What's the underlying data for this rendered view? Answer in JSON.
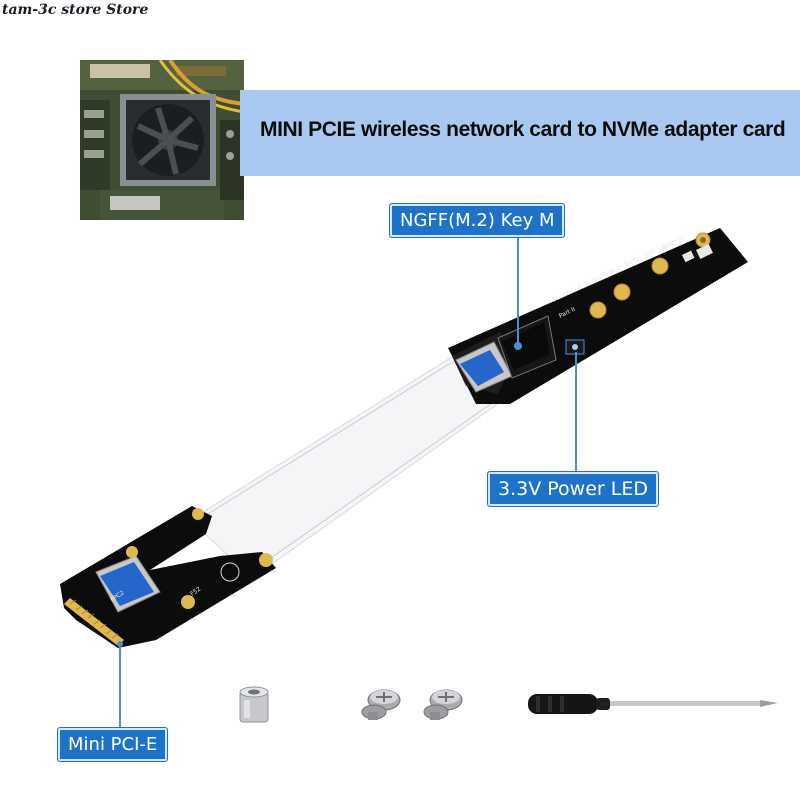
{
  "watermark": "tam-3c store Store",
  "banner_title": "MINI PCIE wireless network card to NVMe adapter card",
  "labels": {
    "ngff": "NGFF(M.2) Key M",
    "power_led": "3.3V Power  LED",
    "mini_pcie": "Mini PCI-E"
  },
  "board_text": {
    "m2_title": "Mini PCI-E To NGFF(M.2) NVME SSD Cable",
    "m2_part": "Part II",
    "m2_ver": "Ver:2.0",
    "m2_sizes": "2242  2260  2280",
    "mini_conn": "FPC2",
    "mini_tag": "F52"
  },
  "colors": {
    "banner": "#a9c9f0",
    "label_bg": "#1e73c8",
    "callout_line": "#4a8fd8",
    "pcb": "#0c0c0c",
    "gold": "#d8b04a"
  }
}
